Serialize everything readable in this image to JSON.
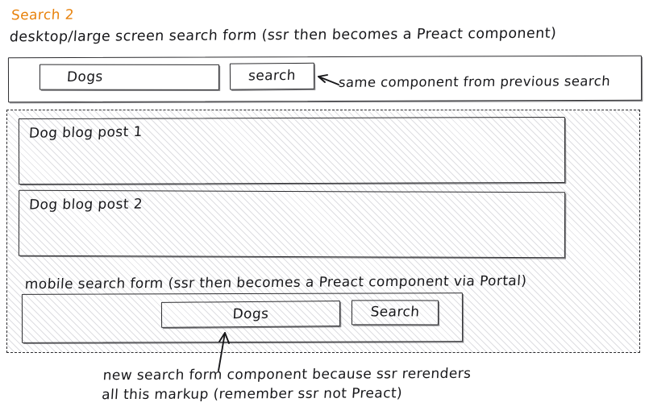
{
  "page": {
    "title": "Search 2",
    "subtitle": "desktop/large screen search form (ssr then becomes a Preact component)",
    "accent_color": "#e8820c",
    "ink_color": "#17171a",
    "hatch_color": "#dedee2"
  },
  "desktop_form": {
    "input_value": "Dogs",
    "search_button_label": "search",
    "annotation": "same component from previous search",
    "annotation_arrow": "arrow-left-icon"
  },
  "ssr_region": {
    "border_style": "dashed",
    "fill": "diagonal-hatch",
    "posts": [
      {
        "label": "Dog blog post 1"
      },
      {
        "label": "Dog blog post 2"
      }
    ],
    "mobile_form": {
      "label": "mobile search form (ssr then becomes a Preact component via Portal)",
      "input_value": "Dogs",
      "search_button_label": "Search"
    }
  },
  "bottom_note": {
    "arrow": "arrow-up-icon",
    "line_1": "new search form component because ssr rerenders",
    "line_2": "all this markup (remember ssr not Preact)"
  }
}
